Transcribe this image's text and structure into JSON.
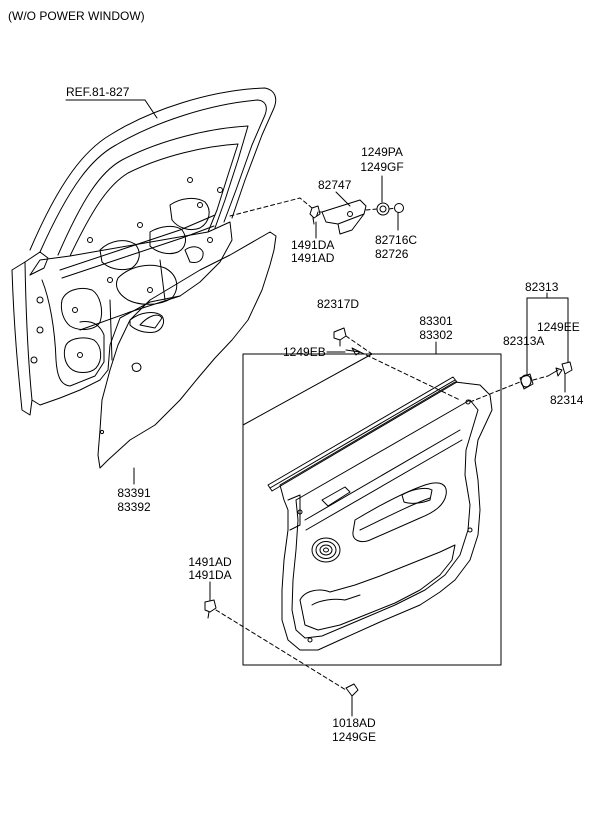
{
  "header": {
    "title": "(W/O POWER WINDOW)"
  },
  "labels": {
    "ref": "REF.81-827",
    "p1249pa": "1249PA",
    "p1249gf": "1249GF",
    "p82747": "82747",
    "p82716c": "82716C",
    "p82726": "82726",
    "p1491da_top": "1491DA",
    "p1491ad_top": "1491AD",
    "p83391": "83391",
    "p83392": "83392",
    "p82317d": "82317D",
    "p1249eb": "1249EB",
    "p83301": "83301",
    "p83302": "83302",
    "p82313": "82313",
    "p1249ee": "1249EE",
    "p82313a": "82313A",
    "p82314": "82314",
    "p1491ad_low": "1491AD",
    "p1491da_low": "1491DA",
    "p1018ad": "1018AD",
    "p1249ge": "1249GE"
  }
}
